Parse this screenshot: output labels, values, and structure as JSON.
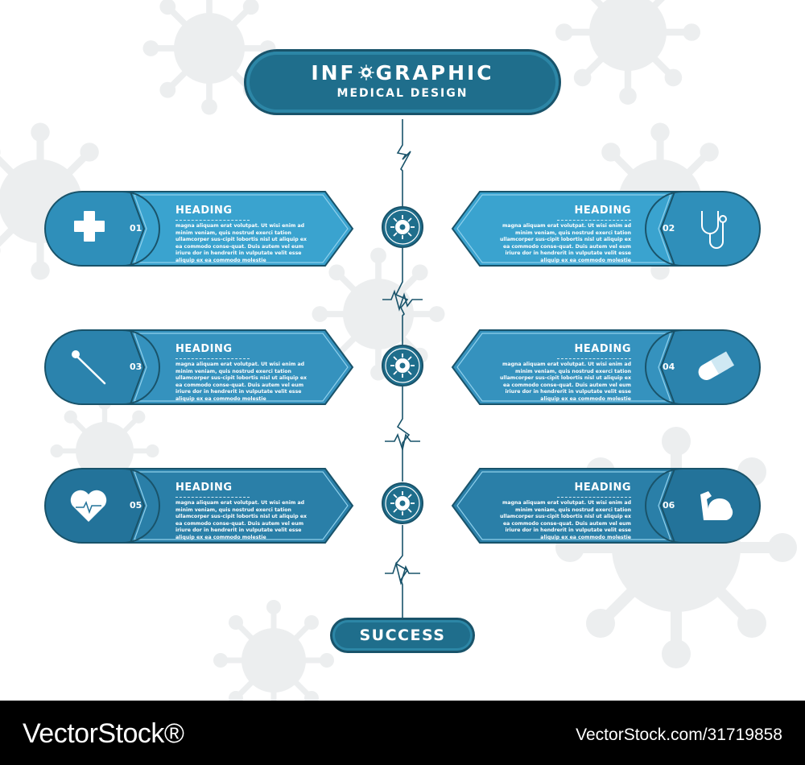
{
  "title": {
    "line1_left": "INF",
    "line1_right": "GRAPHIC",
    "line2": "MEDICAL DESIGN"
  },
  "cards": [
    {
      "num": "01",
      "heading": "HEADING",
      "body": "magna aliquam erat volutpat. Ut wisi enim ad minim veniam, quis nostrud exerci tation ullamcorper sus-cipit lobortis nisl ut aliquip ex ea commodo conse-quat. Duis autem vel eum iriure dor in hendrerit in vulputate velit esse aliquip ex ea commodo molestie",
      "icon": "cross-icon",
      "color": "#3aa3cf"
    },
    {
      "num": "02",
      "heading": "HEADING",
      "body": "magna aliquam erat volutpat. Ut wisi enim ad minim veniam, quis nostrud exerci tation ullamcorper sus-cipit lobortis nisl ut aliquip ex ea commodo conse-quat. Duis autem vel eum iriure dor in hendrerit in vulputate velit esse aliquip ex ea commodo molestie",
      "icon": "stethoscope-icon",
      "color": "#3aa3cf"
    },
    {
      "num": "03",
      "heading": "HEADING",
      "body": "magna aliquam erat volutpat. Ut wisi enim ad minim veniam, quis nostrud exerci tation ullamcorper sus-cipit lobortis nisl ut aliquip ex ea commodo conse-quat. Duis autem vel eum iriure dor in hendrerit in vulputate velit esse aliquip ex ea commodo molestie",
      "icon": "thermometer-icon",
      "color": "#3592be"
    },
    {
      "num": "04",
      "heading": "HEADING",
      "body": "magna aliquam erat volutpat. Ut wisi enim ad minim veniam, quis nostrud exerci tation ullamcorper sus-cipit lobortis nisl ut aliquip ex ea commodo conse-quat. Duis autem vel eum iriure dor in hendrerit in vulputate velit esse aliquip ex ea commodo molestie",
      "icon": "pill-icon",
      "color": "#3592be"
    },
    {
      "num": "05",
      "heading": "HEADING",
      "body": "magna aliquam erat volutpat. Ut wisi enim ad minim veniam, quis nostrud exerci tation ullamcorper sus-cipit lobortis nisl ut aliquip ex ea commodo conse-quat. Duis autem vel eum iriure dor in hendrerit in vulputate velit esse aliquip ex ea commodo molestie",
      "icon": "heart-icon",
      "color": "#2a7fa8"
    },
    {
      "num": "06",
      "heading": "HEADING",
      "body": "magna aliquam erat volutpat. Ut wisi enim ad minim veniam, quis nostrud exerci tation ullamcorper sus-cipit lobortis nisl ut aliquip ex ea commodo conse-quat. Duis autem vel eum iriure dor in hendrerit in vulputate velit esse aliquip ex ea commodo molestie",
      "icon": "muscle-arm-icon",
      "color": "#2a7fa8"
    }
  ],
  "success": "SUCCESS",
  "footer": {
    "brand": "VectorStock®",
    "url": "VectorStock.com/31719858"
  }
}
